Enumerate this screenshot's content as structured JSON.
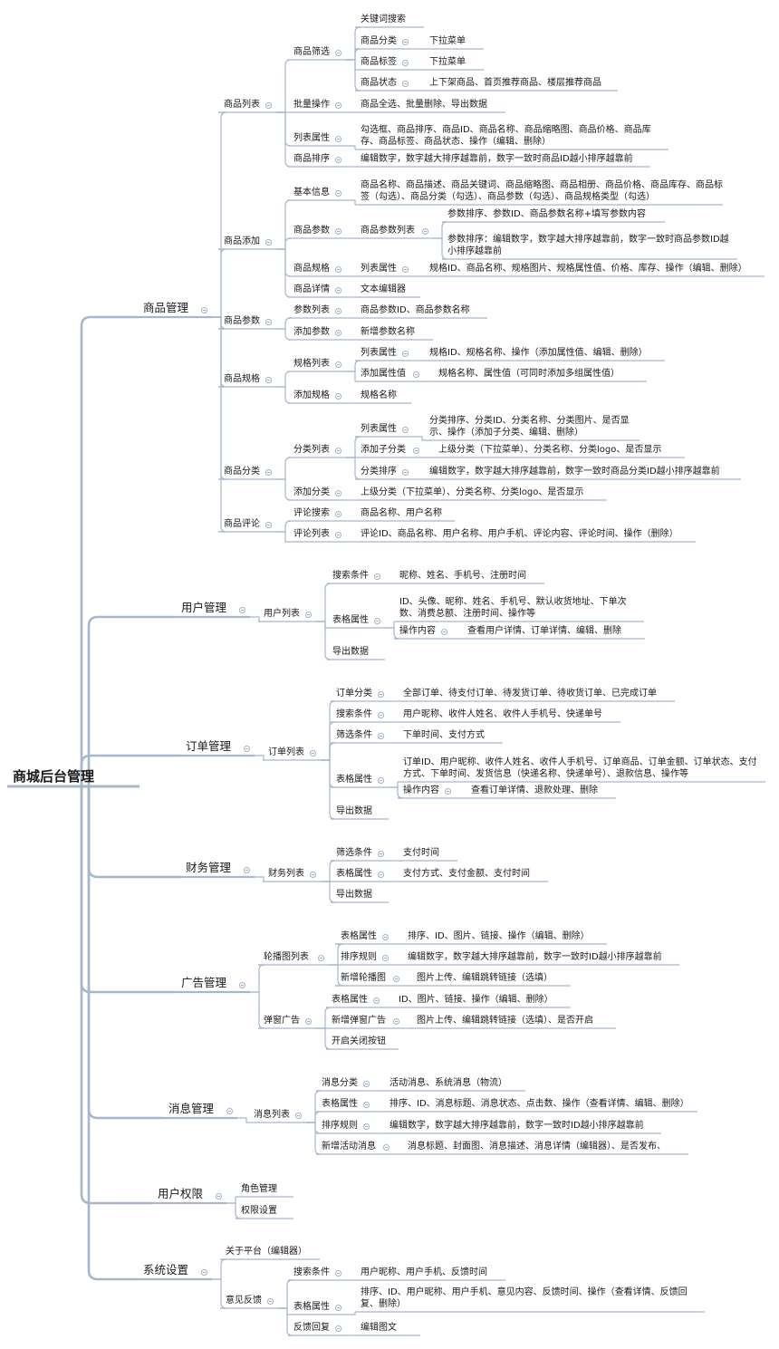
{
  "root": {
    "label": "商城后台管理"
  },
  "branches": [
    {
      "label": "商品管理",
      "children": [
        {
          "label": "商品列表",
          "children": [
            {
              "label": "商品筛选",
              "children": [
                {
                  "label": "关键词搜索"
                },
                {
                  "label": "商品分类",
                  "children": [
                    {
                      "label": "下拉菜单"
                    }
                  ]
                },
                {
                  "label": "商品标签",
                  "children": [
                    {
                      "label": "下拉菜单"
                    }
                  ]
                },
                {
                  "label": "商品状态",
                  "children": [
                    {
                      "label": "上下架商品、首页推荐商品、楼层推荐商品"
                    }
                  ]
                }
              ]
            },
            {
              "label": "批量操作",
              "children": [
                {
                  "label": "商品全选、批量删除、导出数据"
                }
              ]
            },
            {
              "label": "列表属性",
              "children": [
                {
                  "label": "勾选框、商品排序、商品ID、商品名称、商品缩略图、商品价格、商品库存、商品标签、商品状态、操作（编辑、删除）"
                }
              ]
            },
            {
              "label": "商品排序",
              "children": [
                {
                  "label": "编辑数字，数字越大排序越靠前，数字一致时商品ID越小排序越靠前"
                }
              ]
            }
          ]
        },
        {
          "label": "商品添加",
          "children": [
            {
              "label": "基本信息",
              "children": [
                {
                  "label": "商品名称、商品描述、商品关键词、商品缩略图、商品相册、商品价格、商品库存、商品标签（勾选）、商品分类（勾选）、商品参数（勾选）、商品规格类型（勾选）"
                }
              ]
            },
            {
              "label": "商品参数",
              "children": [
                {
                  "label": "商品参数列表",
                  "children": [
                    {
                      "label": "参数排序、参数ID、商品参数名称+填写参数内容"
                    },
                    {
                      "label": "参数排序：编辑数字，数字越大排序越靠前，数字一致时商品参数ID越小排序越靠前"
                    }
                  ]
                }
              ]
            },
            {
              "label": "商品规格",
              "children": [
                {
                  "label": "列表属性",
                  "children": [
                    {
                      "label": "规格ID、商品名称、规格图片、规格属性值、价格、库存、操作（编辑、删除）"
                    }
                  ]
                }
              ]
            },
            {
              "label": "商品详情",
              "children": [
                {
                  "label": "文本编辑器"
                }
              ]
            }
          ]
        },
        {
          "label": "商品参数",
          "children": [
            {
              "label": "参数列表",
              "children": [
                {
                  "label": "商品参数ID、商品参数名称"
                }
              ]
            },
            {
              "label": "添加参数",
              "children": [
                {
                  "label": "新增参数名称"
                }
              ]
            }
          ]
        },
        {
          "label": "商品规格",
          "children": [
            {
              "label": "规格列表",
              "children": [
                {
                  "label": "列表属性",
                  "children": [
                    {
                      "label": "规格ID、规格名称、操作（添加属性值、编辑、删除）"
                    }
                  ]
                },
                {
                  "label": "添加属性值",
                  "children": [
                    {
                      "label": "规格名称、属性值（可同时添加多组属性值）"
                    }
                  ]
                }
              ]
            },
            {
              "label": "添加规格",
              "children": [
                {
                  "label": "规格名称"
                }
              ]
            }
          ]
        },
        {
          "label": "商品分类",
          "children": [
            {
              "label": "分类列表",
              "children": [
                {
                  "label": "列表属性",
                  "children": [
                    {
                      "label": "分类排序、分类ID、分类名称、分类图片、是否显示、操作（添加子分类、编辑、删除）"
                    }
                  ]
                },
                {
                  "label": "添加子分类",
                  "children": [
                    {
                      "label": "上级分类（下拉菜单）、分类名称、分类logo、是否显示"
                    }
                  ]
                },
                {
                  "label": "分类排序",
                  "children": [
                    {
                      "label": "编辑数字，数字越大排序越靠前，数字一致时商品分类ID越小排序越靠前"
                    }
                  ]
                }
              ]
            },
            {
              "label": "添加分类",
              "children": [
                {
                  "label": "上级分类（下拉菜单）、分类名称、分类logo、是否显示"
                }
              ]
            }
          ]
        },
        {
          "label": "商品评论",
          "children": [
            {
              "label": "评论搜索",
              "children": [
                {
                  "label": "商品名称、用户名称"
                }
              ]
            },
            {
              "label": "评论列表",
              "children": [
                {
                  "label": "评论ID、商品名称、用户名称、用户手机、评论内容、评论时间、操作（删除）"
                }
              ]
            }
          ]
        }
      ]
    },
    {
      "label": "用户管理",
      "children": [
        {
          "label": "用户列表",
          "children": [
            {
              "label": "搜索条件",
              "children": [
                {
                  "label": "昵称、姓名、手机号、注册时间"
                }
              ]
            },
            {
              "label": "表格属性",
              "children": [
                {
                  "label": "ID、头像、昵称、姓名、手机号、默认收货地址、下单次数、消费总额、注册时间、操作等"
                },
                {
                  "label": "操作内容",
                  "children": [
                    {
                      "label": "查看用户详情、订单详情、编辑、删除"
                    }
                  ]
                }
              ]
            },
            {
              "label": "导出数据"
            }
          ]
        }
      ]
    },
    {
      "label": "订单管理",
      "children": [
        {
          "label": "订单列表",
          "children": [
            {
              "label": "订单分类",
              "children": [
                {
                  "label": "全部订单、待支付订单、待发货订单、待收货订单、已完成订单"
                }
              ]
            },
            {
              "label": "搜索条件",
              "children": [
                {
                  "label": "用户昵称、收件人姓名、收件人手机号、快递单号"
                }
              ]
            },
            {
              "label": "筛选条件",
              "children": [
                {
                  "label": "下单时间、支付方式"
                }
              ]
            },
            {
              "label": "表格属性",
              "children": [
                {
                  "label": "订单ID、用户昵称、收件人姓名、收件人手机号、订单商品、订单金额、订单状态、支付方式、下单时间、发货信息（快递名称、快递单号）、退款信息、操作等"
                },
                {
                  "label": "操作内容",
                  "children": [
                    {
                      "label": "查看订单详情、退款处理、删除"
                    }
                  ]
                }
              ]
            },
            {
              "label": "导出数据"
            }
          ]
        }
      ]
    },
    {
      "label": "财务管理",
      "children": [
        {
          "label": "财务列表",
          "children": [
            {
              "label": "筛选条件",
              "children": [
                {
                  "label": "支付时间"
                }
              ]
            },
            {
              "label": "表格属性",
              "children": [
                {
                  "label": "支付方式、支付金额、支付时间"
                }
              ]
            },
            {
              "label": "导出数据"
            }
          ]
        }
      ]
    },
    {
      "label": "广告管理",
      "children": [
        {
          "label": "轮播图列表",
          "children": [
            {
              "label": "表格属性",
              "children": [
                {
                  "label": "排序、ID、图片、链接、操作（编辑、删除）"
                }
              ]
            },
            {
              "label": "排序规则",
              "children": [
                {
                  "label": "编辑数字，数字越大排序越靠前，数字一致时ID越小排序越靠前"
                }
              ]
            },
            {
              "label": "新增轮播图",
              "children": [
                {
                  "label": "图片上传、编辑跳转链接（选填）"
                }
              ]
            }
          ]
        },
        {
          "label": "弹窗广告",
          "children": [
            {
              "label": "表格属性",
              "children": [
                {
                  "label": "ID、图片、链接、操作（编辑、删除）"
                }
              ]
            },
            {
              "label": "新增弹窗广告",
              "children": [
                {
                  "label": "图片上传、编辑跳转链接（选填）、是否开启"
                }
              ]
            },
            {
              "label": "开启关闭按钮"
            }
          ]
        }
      ]
    },
    {
      "label": "消息管理",
      "children": [
        {
          "label": "消息列表",
          "children": [
            {
              "label": "消息分类",
              "children": [
                {
                  "label": "活动消息、系统消息（物流）"
                }
              ]
            },
            {
              "label": "表格属性",
              "children": [
                {
                  "label": "排序、ID、消息标题、消息状态、点击数、操作（查看详情、编辑、删除）"
                }
              ]
            },
            {
              "label": "排序规则",
              "children": [
                {
                  "label": "编辑数字，数字越大排序越靠前，数字一致时ID越小排序越靠前"
                }
              ]
            },
            {
              "label": "新增活动消息",
              "children": [
                {
                  "label": "消息标题、封面图、消息描述、消息详情（编辑器）、是否发布、"
                }
              ]
            }
          ]
        }
      ]
    },
    {
      "label": "用户权限",
      "children": [
        {
          "label": "角色管理"
        },
        {
          "label": "权限设置"
        }
      ]
    },
    {
      "label": "系统设置",
      "children": [
        {
          "label": "关于平台（编辑器）"
        },
        {
          "label": "意见反馈",
          "children": [
            {
              "label": "搜索条件",
              "children": [
                {
                  "label": "用户昵称、用户手机、反馈时间"
                }
              ]
            },
            {
              "label": "表格属性",
              "children": [
                {
                  "label": "排序、ID、用户昵称、用户手机、意见内容、反馈时间、操作（查看详情、反馈回复、删除）"
                }
              ]
            },
            {
              "label": "反馈回复",
              "children": [
                {
                  "label": "编辑图文"
                }
              ]
            }
          ]
        }
      ]
    }
  ]
}
